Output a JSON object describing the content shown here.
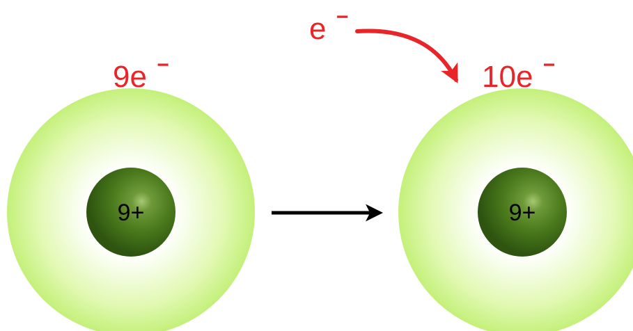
{
  "colors": {
    "electron_red": "#e8262a",
    "cloud_green": "#c6f27c",
    "nucleus_green": "#3f6b16",
    "arrow_black": "#000000"
  },
  "incoming_electron": {
    "symbol": "e",
    "charge": "−"
  },
  "left_atom": {
    "electron_count": "9e",
    "electron_charge": "−",
    "nucleus_label": "9+"
  },
  "right_atom": {
    "electron_count": "10e",
    "electron_charge": "−",
    "nucleus_label": "9+"
  },
  "icons": [
    "reaction-arrow-icon",
    "electron-gain-arrow-icon"
  ]
}
